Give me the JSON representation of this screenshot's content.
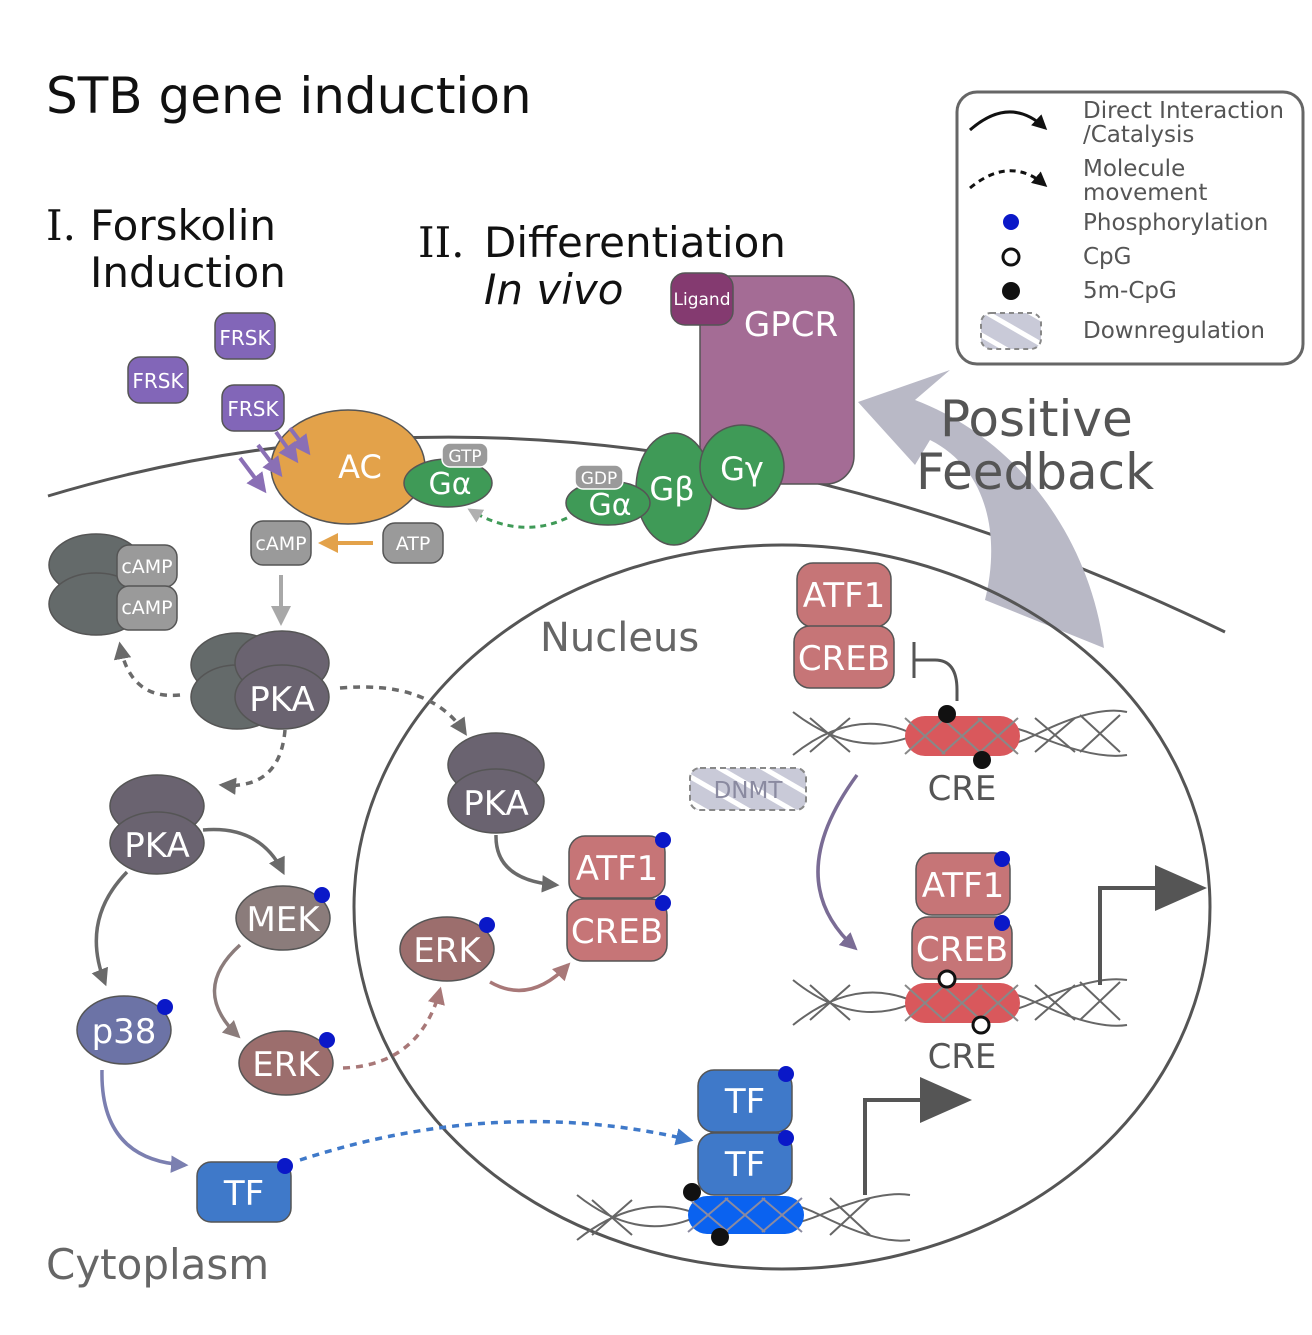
{
  "title": "STB gene induction",
  "section1": {
    "numeral": "I.",
    "line1": "Forskolin",
    "line2": "Induction"
  },
  "section2": {
    "numeral": "II.",
    "line1": "Differentiation",
    "line2": "In vivo"
  },
  "legend": {
    "direct_line1": "Direct Interaction",
    "direct_line2": "/Catalysis",
    "movement_line1": "Molecule",
    "movement_line2": "movement",
    "phosphorylation": "Phosphorylation",
    "cpg": "CpG",
    "mcpg": "5m-CpG",
    "downregulation": "Downregulation"
  },
  "labels": {
    "frsk": "FRSK",
    "ac": "AC",
    "gtp": "GTP",
    "gdp": "GDP",
    "g_alpha": "Gα",
    "g_beta": "Gβ",
    "g_gamma": "Gγ",
    "gpcr": "GPCR",
    "ligand": "Ligand",
    "camp": "cAMP",
    "atp": "ATP",
    "pka": "PKA",
    "mek": "MEK",
    "erk": "ERK",
    "p38": "p38",
    "tf": "TF",
    "atf1": "ATF1",
    "creb": "CREB",
    "dnmt": "DNMT",
    "cre": "CRE",
    "nucleus": "Nucleus",
    "cytoplasm": "Cytoplasm",
    "feedback_line1": "Positive",
    "feedback_line2": "Feedback"
  },
  "colors": {
    "frsk": "#8266b8",
    "ac": "#e3a24a",
    "g_protein": "#3f9a57",
    "gpcr": "#a46c95",
    "ligand": "#843a70",
    "grey_small": "#9a9a9a",
    "pka": "#6a6370",
    "pka_under": "#646a6a",
    "mek": "#8b7c7b",
    "erk": "#9c6e6d",
    "p38": "#6c73a6",
    "tf": "#3f79c9",
    "creb": "#c67577",
    "phospho": "#0a18c8",
    "feedback": "#b9b9c6"
  }
}
